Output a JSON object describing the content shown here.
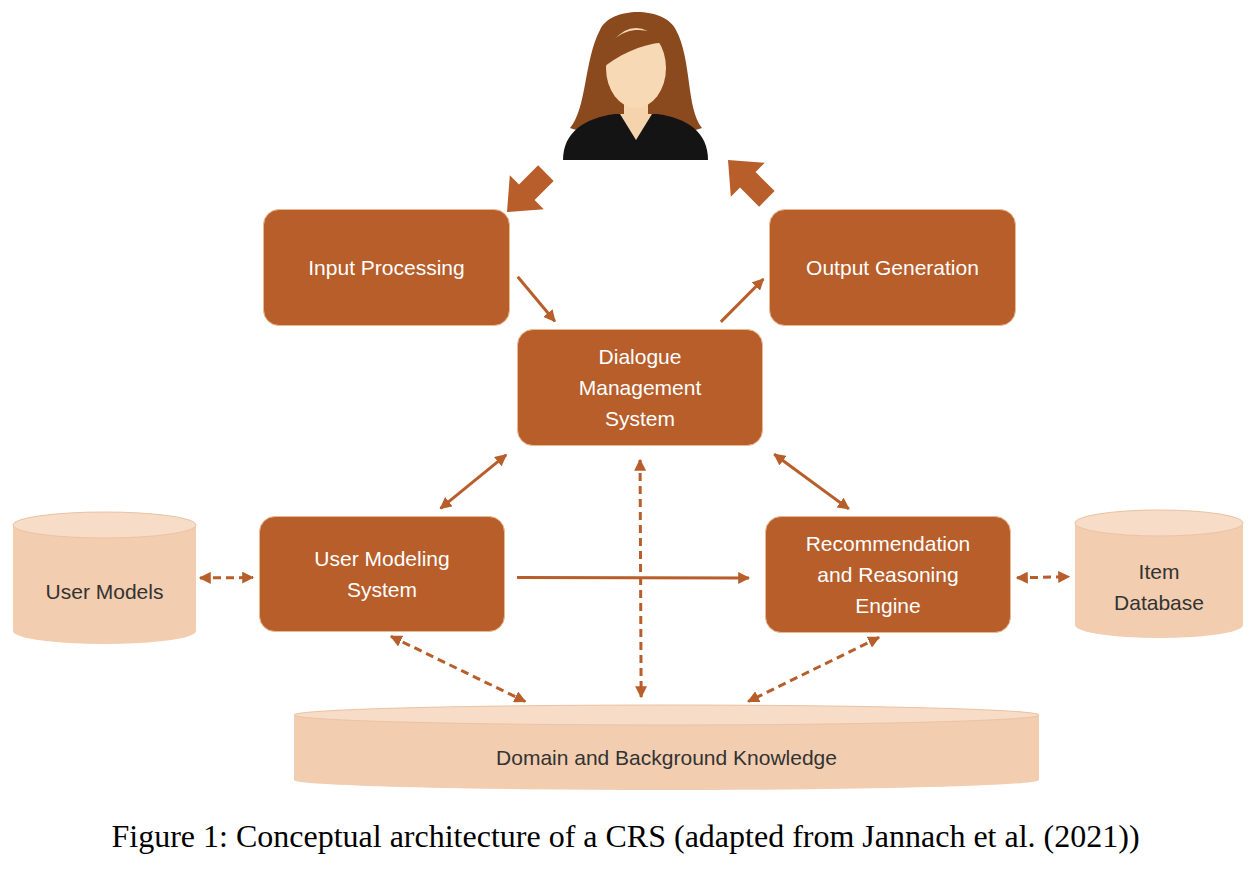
{
  "diagram": {
    "caption": "Figure 1: Conceptual architecture of a CRS (adapted from Jannach et al. (2021))",
    "nodes": [
      {
        "text": [
          "Input Processing"
        ]
      },
      {
        "text": [
          "Output Generation"
        ]
      },
      {
        "text": [
          "Dialogue Management System"
        ]
      },
      {
        "text": [
          "User Models"
        ]
      },
      {
        "text": [
          "User Modeling System"
        ]
      },
      {
        "text": [
          "Recommendation and Reasoning Engine"
        ]
      },
      {
        "text": [
          "Item Database"
        ]
      },
      {
        "text": [
          "Domain and Background Knowledge"
        ]
      }
    ],
    "edges": [
      {
        "from": 0,
        "to": 2,
        "arrow": "to"
      },
      {
        "from": 2,
        "to": 1,
        "arrow": "to"
      },
      {
        "from": 2,
        "to": 4,
        "arrow": "both"
      },
      {
        "from": 2,
        "to": 5,
        "arrow": "both"
      },
      {
        "from": 2,
        "to": 7,
        "arrow": "both"
      },
      {
        "from": 3,
        "to": 4,
        "arrow": "both"
      },
      {
        "from": 4,
        "to": 5,
        "arrow": "to"
      },
      {
        "from": 5,
        "to": 6,
        "arrow": "both"
      },
      {
        "from": 4,
        "to": 7,
        "arrow": "both"
      },
      {
        "from": 5,
        "to": 7,
        "arrow": "both"
      }
    ]
  }
}
